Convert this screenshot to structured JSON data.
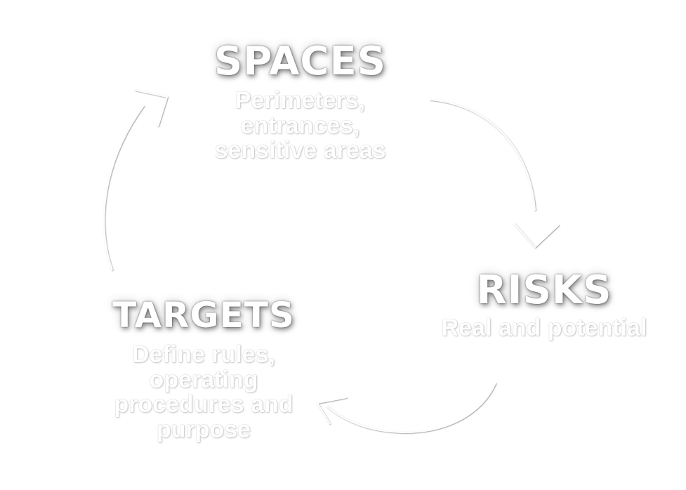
{
  "diagram": {
    "nodes": [
      {
        "id": "spaces",
        "title": "SPACES",
        "description": "Perimeters, entrances, sensitive areas"
      },
      {
        "id": "risks",
        "title": "RISKS",
        "description": "Real and potential"
      },
      {
        "id": "targets",
        "title": "TARGETS",
        "description": "Define rules, operating procedures and purpose"
      }
    ],
    "edges": [
      {
        "from": "spaces",
        "to": "risks"
      },
      {
        "from": "risks",
        "to": "targets"
      },
      {
        "from": "targets",
        "to": "spaces"
      }
    ],
    "colors": {
      "background": "#ffffff",
      "text": "#ffffff",
      "shadow": "#000000"
    }
  }
}
